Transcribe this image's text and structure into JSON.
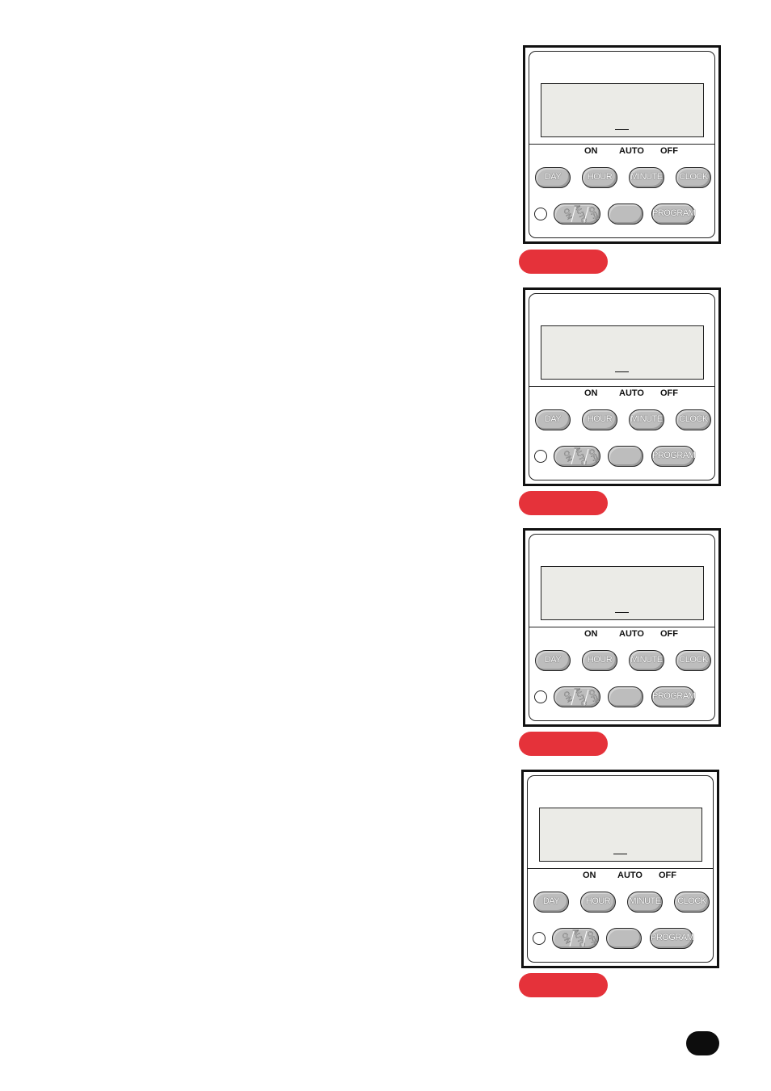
{
  "timer": {
    "modes": {
      "on": "ON",
      "auto": "AUTO",
      "off": "OFF"
    },
    "buttons": {
      "day": "DAY",
      "hour": "HOUR",
      "minute": "MINUTE",
      "clock": "CLOCK",
      "program": "PROGRAM",
      "blank": ""
    },
    "switch_positions": [
      "ON",
      "AUTO",
      "OFF"
    ]
  },
  "panel_count": 4,
  "colors": {
    "tab": "#e5323a",
    "badge": "#0d0d0d",
    "lcd": "#ebebe7",
    "button": "#bdbdbd"
  }
}
